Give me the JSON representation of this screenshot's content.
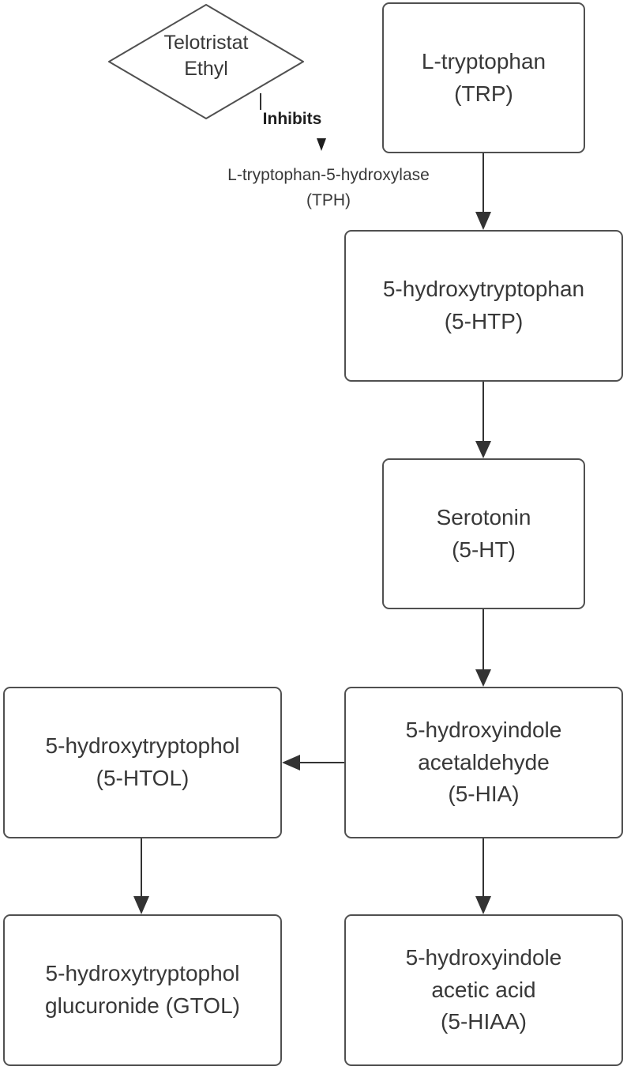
{
  "diagram": {
    "drug": {
      "line1": "Telotristat",
      "line2": "Ethyl"
    },
    "inhibits_label": "Inhibits",
    "enzyme": {
      "line1": "L-tryptophan-5-hydroxylase",
      "line2": "(TPH)"
    },
    "nodes": {
      "trp": {
        "line1": "L-tryptophan",
        "line2": "(TRP)"
      },
      "htp": {
        "line1": "5-hydroxytryptophan",
        "line2": "(5-HTP)"
      },
      "serotonin": {
        "line1": "Serotonin",
        "line2": "(5-HT)"
      },
      "hia": {
        "line1": "5-hydroxyindole",
        "line2": "acetaldehyde",
        "line3": "(5-HIA)"
      },
      "htol": {
        "line1": "5-hydroxytryptophol",
        "line2": "(5-HTOL)"
      },
      "gtol": {
        "line1": "5-hydroxytryptophol",
        "line2": "glucuronide (GTOL)"
      },
      "hiaa": {
        "line1": "5-hydroxyindole",
        "line2": "acetic acid",
        "line3": "(5-HIAA)"
      }
    },
    "colors": {
      "border": "#505050",
      "text": "#383838",
      "arrow": "#333333"
    }
  }
}
